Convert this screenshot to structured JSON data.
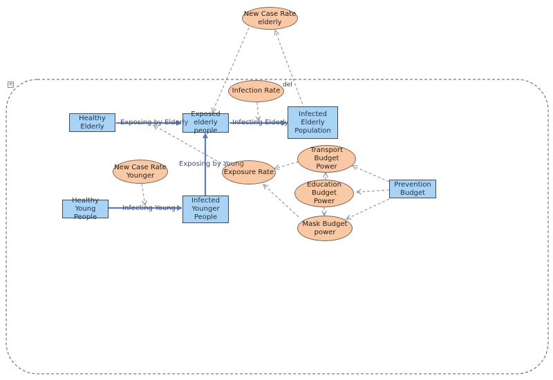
{
  "colors": {
    "stock_fill": "#a9d3f4",
    "variable_fill": "#f9c8a5",
    "flow_line": "#5a7bb5",
    "link_line": "#a0a0a0",
    "boundary": "#555555"
  },
  "group": {
    "collapse_symbol": "⊟"
  },
  "stocks": {
    "healthy_elderly": "Healthy\nElderly",
    "exposed_elderly": "Exposed\nelderly people",
    "infected_elderly": "Infected\nElderly\nPopulation",
    "healthy_young": "Healthy Young\nPeople",
    "infected_younger": "Infected\nYounger\nPeople"
  },
  "variables": {
    "new_case_rate_elderly": "New Case Rate\nelderly",
    "infection_rate": "Infection Rate",
    "new_case_rate_younger": "New Case Rate\nYounger",
    "exposure_rate": "Exposure Rate",
    "transport_budget": "Transport Budget\nPower",
    "education_budget": "Education Budget\nPower",
    "mask_budget": "Mask Budget\npower",
    "prevention_budget": "Prevention\nBudget"
  },
  "flows": {
    "exposing_elderly": "Exposing by Elderly",
    "infecting_elderly": "Infecting Elderly",
    "infecting_young": "Infecting Young",
    "exposing_young": "Exposing by Young"
  },
  "fragments": {
    "del": "del"
  }
}
